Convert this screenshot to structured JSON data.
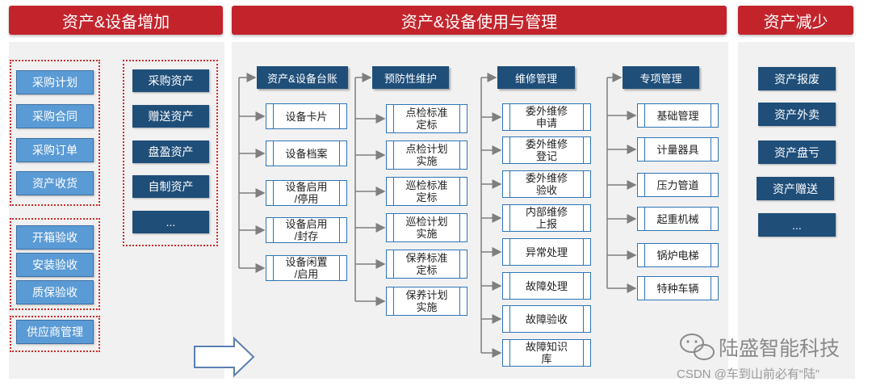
{
  "headers": {
    "left": "资产&设备增加",
    "middle": "资产&设备使用与管理",
    "right": "资产减少"
  },
  "left": {
    "group1": [
      "采购计划",
      "采购合同",
      "采购订单",
      "资产收货"
    ],
    "group2": [
      "开箱验收",
      "安装验收",
      "质保验收"
    ],
    "group3": [
      "供应商管理"
    ],
    "sources": [
      "采购资产",
      "赠送资产",
      "盘盈资产",
      "自制资产",
      "..."
    ]
  },
  "middle": {
    "columns": [
      {
        "title": "资产&设备台账",
        "items": [
          "设备卡片",
          "设备档案",
          "设备启用\n/停用",
          "设备启用\n/封存",
          "设备闲置\n/启用"
        ]
      },
      {
        "title": "预防性维护",
        "items": [
          "点检标准\n定标",
          "点检计划\n实施",
          "巡检标准\n定标",
          "巡检计划\n实施",
          "保养标准\n定标",
          "保养计划\n实施"
        ]
      },
      {
        "title": "维修管理",
        "items": [
          "委外维修\n申请",
          "委外维修\n登记",
          "委外维修\n验收",
          "内部维修\n上报",
          "异常处理",
          "故障处理",
          "故障验收",
          "故障知识\n库"
        ]
      },
      {
        "title": "专项管理",
        "items": [
          "基础管理",
          "计量器具",
          "压力管道",
          "起重机械",
          "锅炉电梯",
          "特种车辆"
        ]
      }
    ]
  },
  "right": {
    "items": [
      "资产报废",
      "资产外卖",
      "资产盘亏",
      "资产赠送",
      "..."
    ]
  },
  "watermark": {
    "brand": "陆盛智能科技",
    "credit": "CSDN @车到山前必有“陆”"
  },
  "colors": {
    "header_red": "#c3242c",
    "light_blue": "#5b9bd5",
    "navy": "#1f4e79",
    "box_border": "#2e75b6",
    "dotted_red": "#d12b2b"
  }
}
